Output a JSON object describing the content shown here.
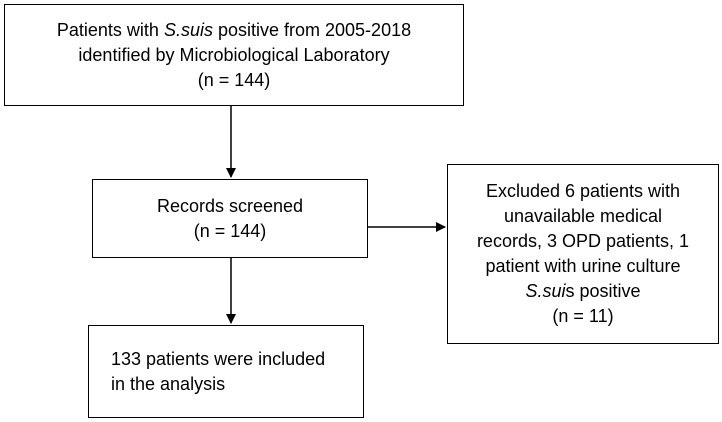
{
  "boxes": {
    "top": {
      "line1_prefix": "Patients with ",
      "line1_italic": "S.suis",
      "line1_suffix": " positive from 2005-2018",
      "line2": "identified by Microbiological Laboratory",
      "line3": "(n = 144)"
    },
    "screened": {
      "line1": "Records screened",
      "line2": "(n = 144)"
    },
    "excluded": {
      "line1": "Excluded 6 patients with",
      "line2": "unavailable medical",
      "line3": "records, 3 OPD patients, 1",
      "line4": "patient with urine culture",
      "line5_italic": "S.sui",
      "line5_suffix": "s positive",
      "line6": "(n = 11)"
    },
    "included": {
      "line1": "133 patients were included",
      "line2": "in the analysis"
    }
  }
}
